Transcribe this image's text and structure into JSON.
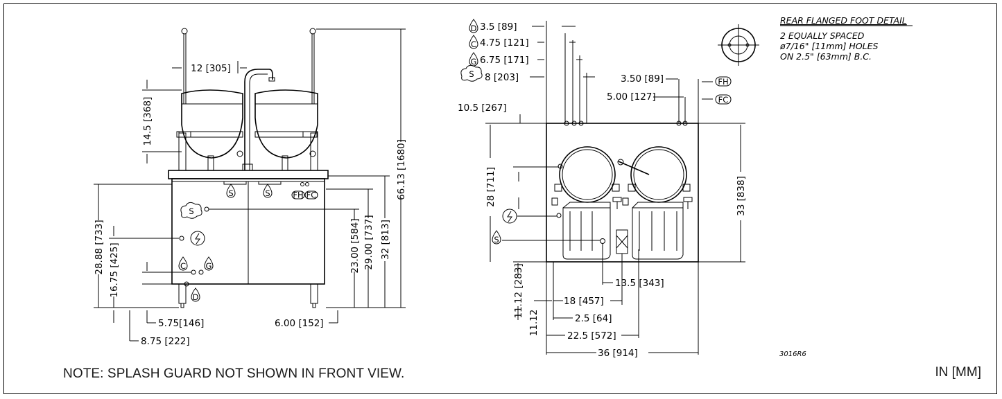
{
  "note": "NOTE: SPLASH GUARD NOT SHOWN IN FRONT VIEW.",
  "units": "IN [MM]",
  "drawing_number": "3016R6",
  "flange_detail": {
    "title": "REAR FLANGED FOOT DETAIL",
    "line1": "2 EQUALLY SPACED",
    "line2": "ø7/16\" [11mm] HOLES",
    "line3": "ON 2.5\" [63mm] B.C."
  },
  "front_view": {
    "d_12": "12 [305]",
    "d_14_5": "14.5 [368]",
    "d_66_13": "66.13 [1680]",
    "d_28_88": "28.88 [733]",
    "d_16_75": "16.75 [425]",
    "d_23_00": "23.00 [584]",
    "d_29_00": "29.00 [737]",
    "d_32": "32 [813]",
    "d_5_75": "5.75[146]",
    "d_8_75": "8.75 [222]",
    "d_6_00": "6.00 [152]"
  },
  "plan_view": {
    "d_3_5": "3.5 [89]",
    "d_4_75": "4.75 [121]",
    "d_6_75": "6.75 [171]",
    "d_8": "8 [203]",
    "d_10_5": "10.5 [267]",
    "d_3_50": "3.50 [89]",
    "d_5_00": "5.00 [127]",
    "d_28": "28 [711]",
    "d_33": "33 [838]",
    "d_11_12": "11.12 [283]",
    "d_18": "18 [457]",
    "d_2_5": "2.5 [64]",
    "d_22_5": "22.5 [572]",
    "d_13_5": "13.5 [343]",
    "d_36": "36 [914]"
  },
  "symbols": {
    "drain": "D",
    "cold": "C",
    "gas": "G",
    "steam": "S",
    "fh": "FH",
    "fc": "FC"
  }
}
